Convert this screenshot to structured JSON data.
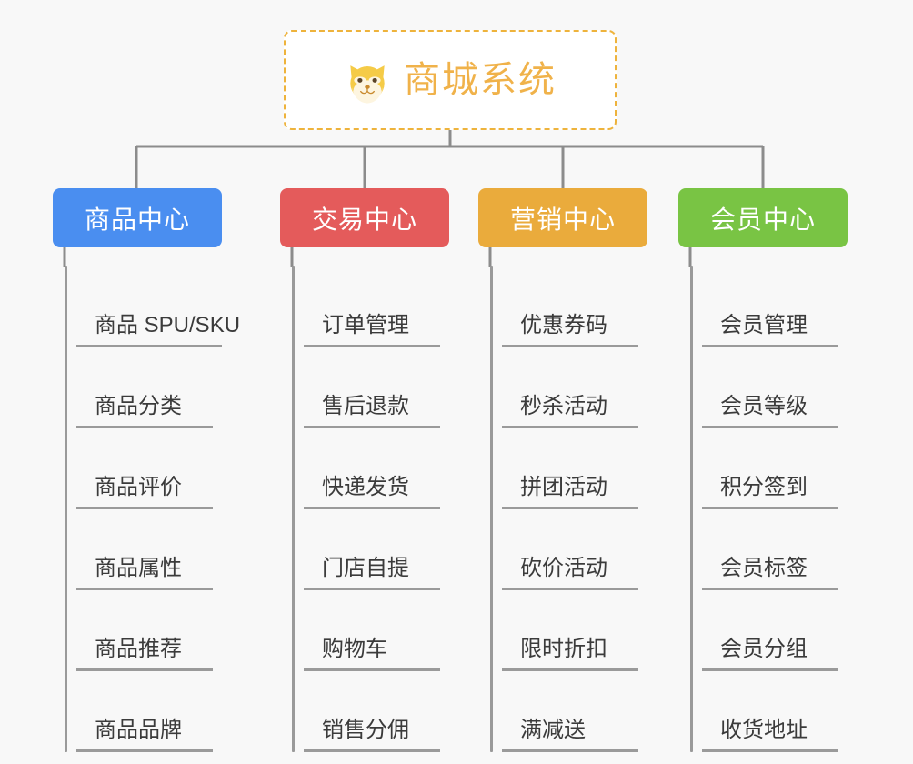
{
  "page": {
    "background_color": "#f8f8f8",
    "type": "organization-chart"
  },
  "root": {
    "title": "商城系统",
    "icon": "shiba-dog-face-emoji",
    "text_color": "#f0b24a",
    "border_color": "#eeb33c",
    "border_style": "dashed",
    "background_color": "#ffffff"
  },
  "connector": {
    "color": "#8c8c8c",
    "width": 3
  },
  "columns": [
    {
      "id": "product-center",
      "label": "商品中心",
      "color": "#4a8ef0",
      "items": [
        "商品 SPU/SKU",
        "商品分类",
        "商品评价",
        "商品属性",
        "商品推荐",
        "商品品牌"
      ]
    },
    {
      "id": "trade-center",
      "label": "交易中心",
      "color": "#e45b5b",
      "items": [
        "订单管理",
        "售后退款",
        "快递发货",
        "门店自提",
        "购物车",
        "销售分佣"
      ]
    },
    {
      "id": "marketing-center",
      "label": "营销中心",
      "color": "#eaab3c",
      "items": [
        "优惠券码",
        "秒杀活动",
        "拼团活动",
        "砍价活动",
        "限时折扣",
        "满减送"
      ]
    },
    {
      "id": "member-center",
      "label": "会员中心",
      "color": "#79c444",
      "items": [
        "会员管理",
        "会员等级",
        "积分签到",
        "会员标签",
        "会员分组",
        "收货地址"
      ]
    }
  ]
}
